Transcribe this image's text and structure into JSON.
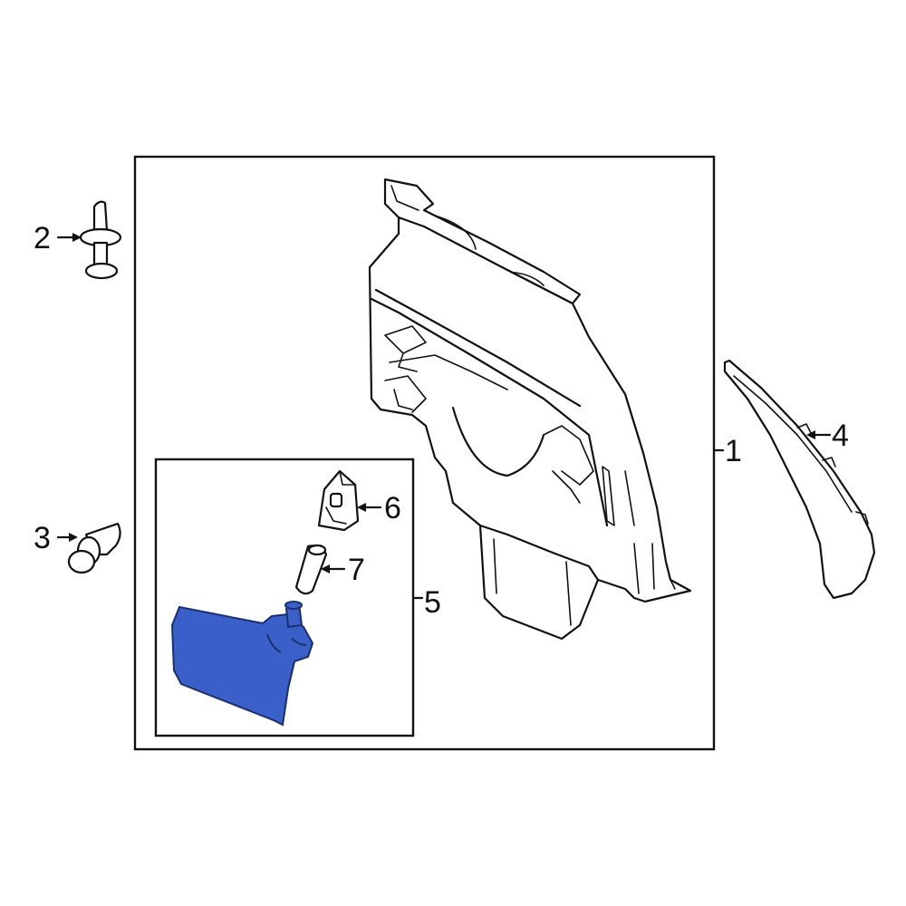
{
  "callouts": {
    "c1": "1",
    "c2": "2",
    "c3": "3",
    "c4": "4",
    "c5": "5",
    "c6": "6",
    "c7": "7"
  },
  "colors": {
    "highlight": "#3a5fc8",
    "highlight_stroke": "#1a2f6e",
    "line": "#111111",
    "background": "#ffffff"
  }
}
